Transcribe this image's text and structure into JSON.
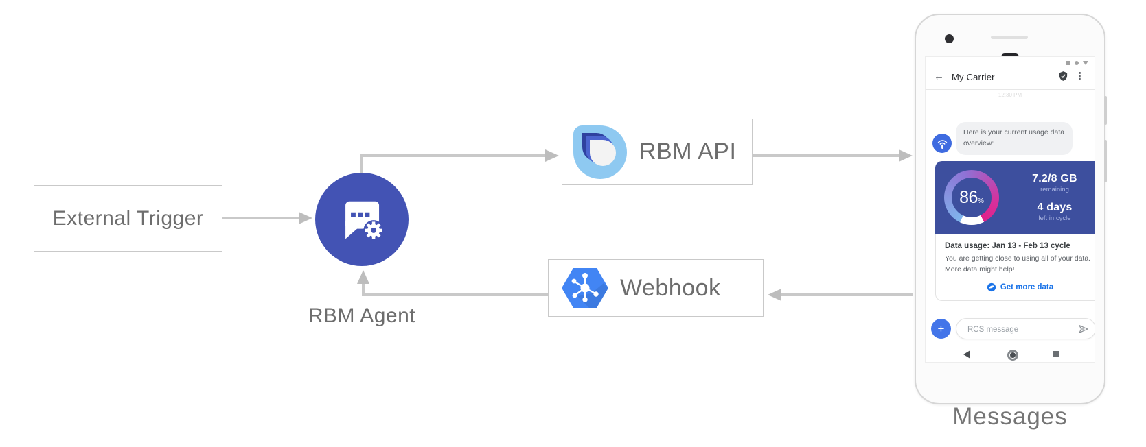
{
  "diagram": {
    "nodes": {
      "external_trigger": "External Trigger",
      "rbm_agent": "RBM Agent",
      "rbm_api": "RBM API",
      "webhook": "Webhook"
    },
    "phone_caption": "Messages"
  },
  "phone": {
    "header": {
      "title": "My Carrier",
      "back_glyph": "←",
      "menu_glyph": "⋮"
    },
    "timestamp": "12:30 PM",
    "agent_message": "Here is your current usage data overview:",
    "usage_card": {
      "percent_value": "86",
      "percent_unit": "%",
      "data_value": "7.2/8 GB",
      "data_caption": "remaining",
      "days_value": "4 days",
      "days_caption": "left in cycle",
      "title": "Data usage: Jan 13 - Feb 13 cycle",
      "body_lines": [
        "You are getting close to using all of your data.",
        "More data might help!"
      ],
      "action_label": "Get more data"
    },
    "composer": {
      "placeholder": "RCS message",
      "plus_glyph": "+"
    }
  },
  "colors": {
    "agent_circle": "#4353b4",
    "card_blue": "#3d4f9e",
    "gauge_gradient": [
      "#7fb5ec",
      "#9d6ed6",
      "#e0218a"
    ],
    "link_blue": "#1a73e8",
    "avatar_blue": "#3e6be0",
    "hexagon_blue": "#4285f4",
    "arrow_gray": "#c9c9c9"
  }
}
